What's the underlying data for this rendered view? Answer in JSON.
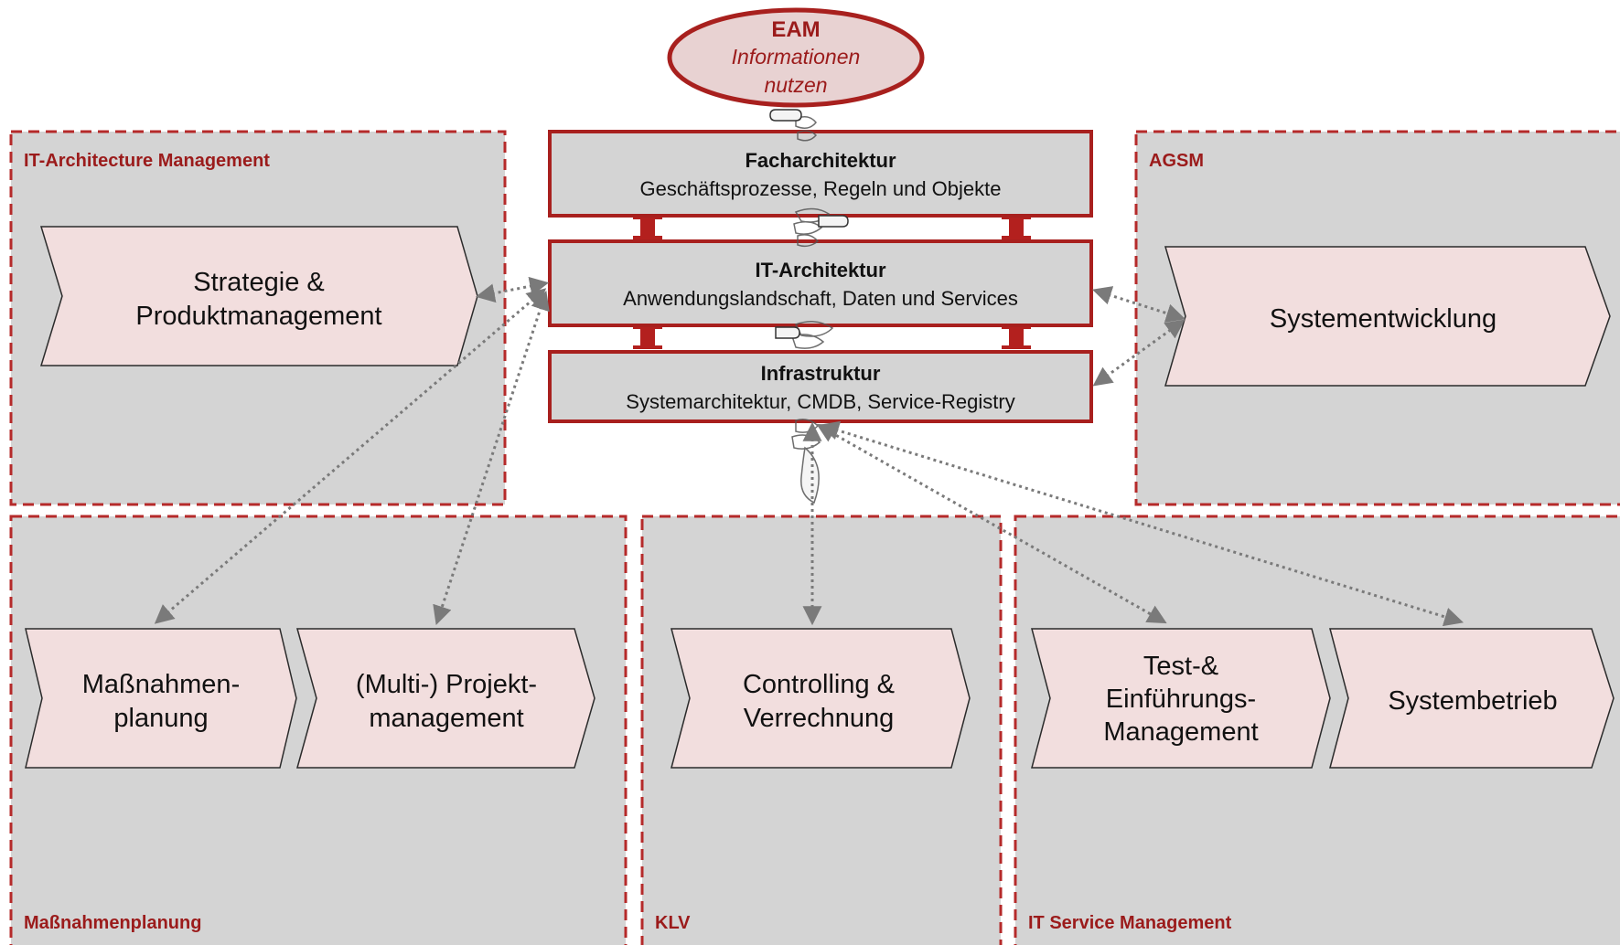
{
  "colors": {
    "zone_fill": "#d4d4d4",
    "zone_border": "#b52a2a",
    "arrow_fill": "#f2dede",
    "arrow_stroke": "#2b2b2b",
    "layer_fill": "#d4d4d4",
    "layer_border": "#a8201e",
    "accent_text": "#9b1b1b",
    "connector": "#7a7a7a"
  },
  "eam": {
    "title": "EAM",
    "line1": "Informationen",
    "line2": "nutzen"
  },
  "zones": {
    "itam": {
      "title": "IT-Architecture Management"
    },
    "agsm": {
      "title": "AGSM"
    },
    "massnahmen": {
      "title": "Maßnahmenplanung"
    },
    "klv": {
      "title": "KLV"
    },
    "itsm": {
      "title": "IT Service Management"
    }
  },
  "layers": {
    "fach": {
      "title": "Facharchitektur",
      "subtitle": "Geschäftsprozesse, Regeln und Objekte"
    },
    "it": {
      "title": "IT-Architektur",
      "subtitle": "Anwendungslandschaft, Daten und Services"
    },
    "infra": {
      "title": "Infrastruktur",
      "subtitle": "Systemarchitektur, CMDB, Service-Registry"
    }
  },
  "processes": {
    "strategie": {
      "line1": "Strategie &",
      "line2": "Produktmanagement"
    },
    "systementwicklung": {
      "line1": "Systementwicklung"
    },
    "massnahmen": {
      "line1": "Maßnahmen-",
      "line2": "planung"
    },
    "projekt": {
      "line1": "(Multi-) Projekt-",
      "line2": "management"
    },
    "controlling": {
      "line1": "Controlling &",
      "line2": "Verrechnung"
    },
    "test": {
      "line1": "Test-&",
      "line2": "Einführungs-",
      "line3": "Management"
    },
    "systembetrieb": {
      "line1": "Systembetrieb"
    }
  },
  "icons": [
    "pointing-hand-icon",
    "spine-icon",
    "double-arrow-icon"
  ]
}
